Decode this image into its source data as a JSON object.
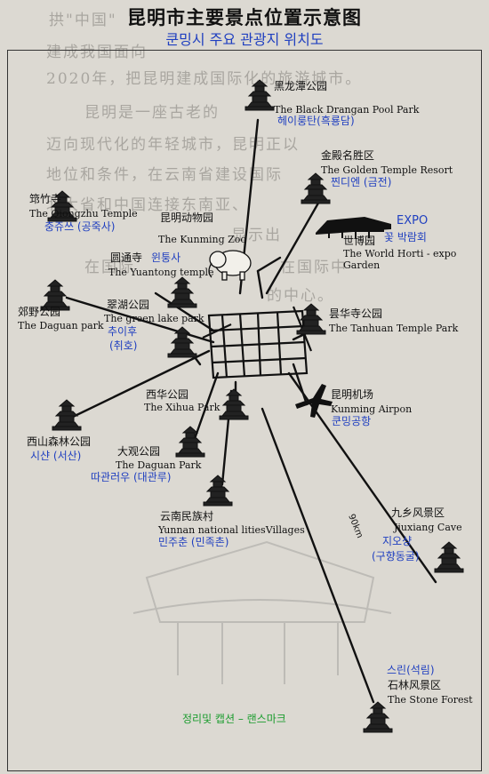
{
  "background_text": [
    "拱\"中国\"",
    "建成我国面向",
    "2020年，把昆明建成国际化的旅游城市。",
    "昆明是一座古老的",
    "迈向现代化的年轻城市，昆明正以",
    "地位和条件，在云南省建设国际",
    "北大省和中国连接东南亚、",
    "在国际",
    "显示出",
    "在国际中",
    "的中心。"
  ],
  "title": "昆明市主要景点位置示意图",
  "subtitle": "쿤밍시 주요 관광지 위치도",
  "road_label": "90km",
  "spots": [
    {
      "zh": "黑龙潭公园",
      "en": "The Black Drangan Pool Park",
      "ko": "헤이룽탄(흑룡담)"
    },
    {
      "zh": "金殿名胜区",
      "en": "The Golden Temple Resort",
      "ko": "찐디엔 (금전)"
    },
    {
      "zh": "筇竹寺",
      "en": "The Qiongzhu Temple",
      "ko": "충쥬쓰 (공죽사)"
    },
    {
      "zh": "昆明动物园",
      "en": "The Kunming Zoo"
    },
    {
      "zh": "世博园",
      "en": "The World Horti - expo Garden",
      "ko": "꽃 박람회",
      "ko_title": "EXPO"
    },
    {
      "zh": "圆通寺",
      "en": "The Yuantong temple",
      "ko": "윈퉁사"
    },
    {
      "zh": "郊野公园",
      "en": "The Daguan park"
    },
    {
      "zh": "翠湖公园",
      "en": "The green lake park",
      "ko": "추이후",
      "ko2": "(취호)"
    },
    {
      "zh": "昙华寺公园",
      "en": "The Tanhuan Temple Park"
    },
    {
      "zh": "昆明机场",
      "en": "Kunming Airpon",
      "ko": "쿤밍공항"
    },
    {
      "zh": "西华公园",
      "en": "The Xihua Park"
    },
    {
      "zh": "西山森林公园",
      "ko": "시샨 (서산)"
    },
    {
      "zh": "大观公园",
      "en": "The Daguan Park",
      "ko": "따관러우 (대관루)"
    },
    {
      "zh": "云南民族村",
      "en": "Yunnan national litiesVillages",
      "ko": "민주춘 (민족촌)"
    },
    {
      "zh": "九乡风景区",
      "en": "Jiuxiang Cave",
      "ko": "지오샹",
      "ko2": "(구향동굴)"
    },
    {
      "zh": "石林风景区",
      "en": "The Stone Forest",
      "ko": "스린(석림)"
    }
  ],
  "credit": "정리및 캡션 – 랜스마크",
  "colors": {
    "korean": "#1f3fc0",
    "credit": "#1b9c2e",
    "ink": "#111111"
  }
}
